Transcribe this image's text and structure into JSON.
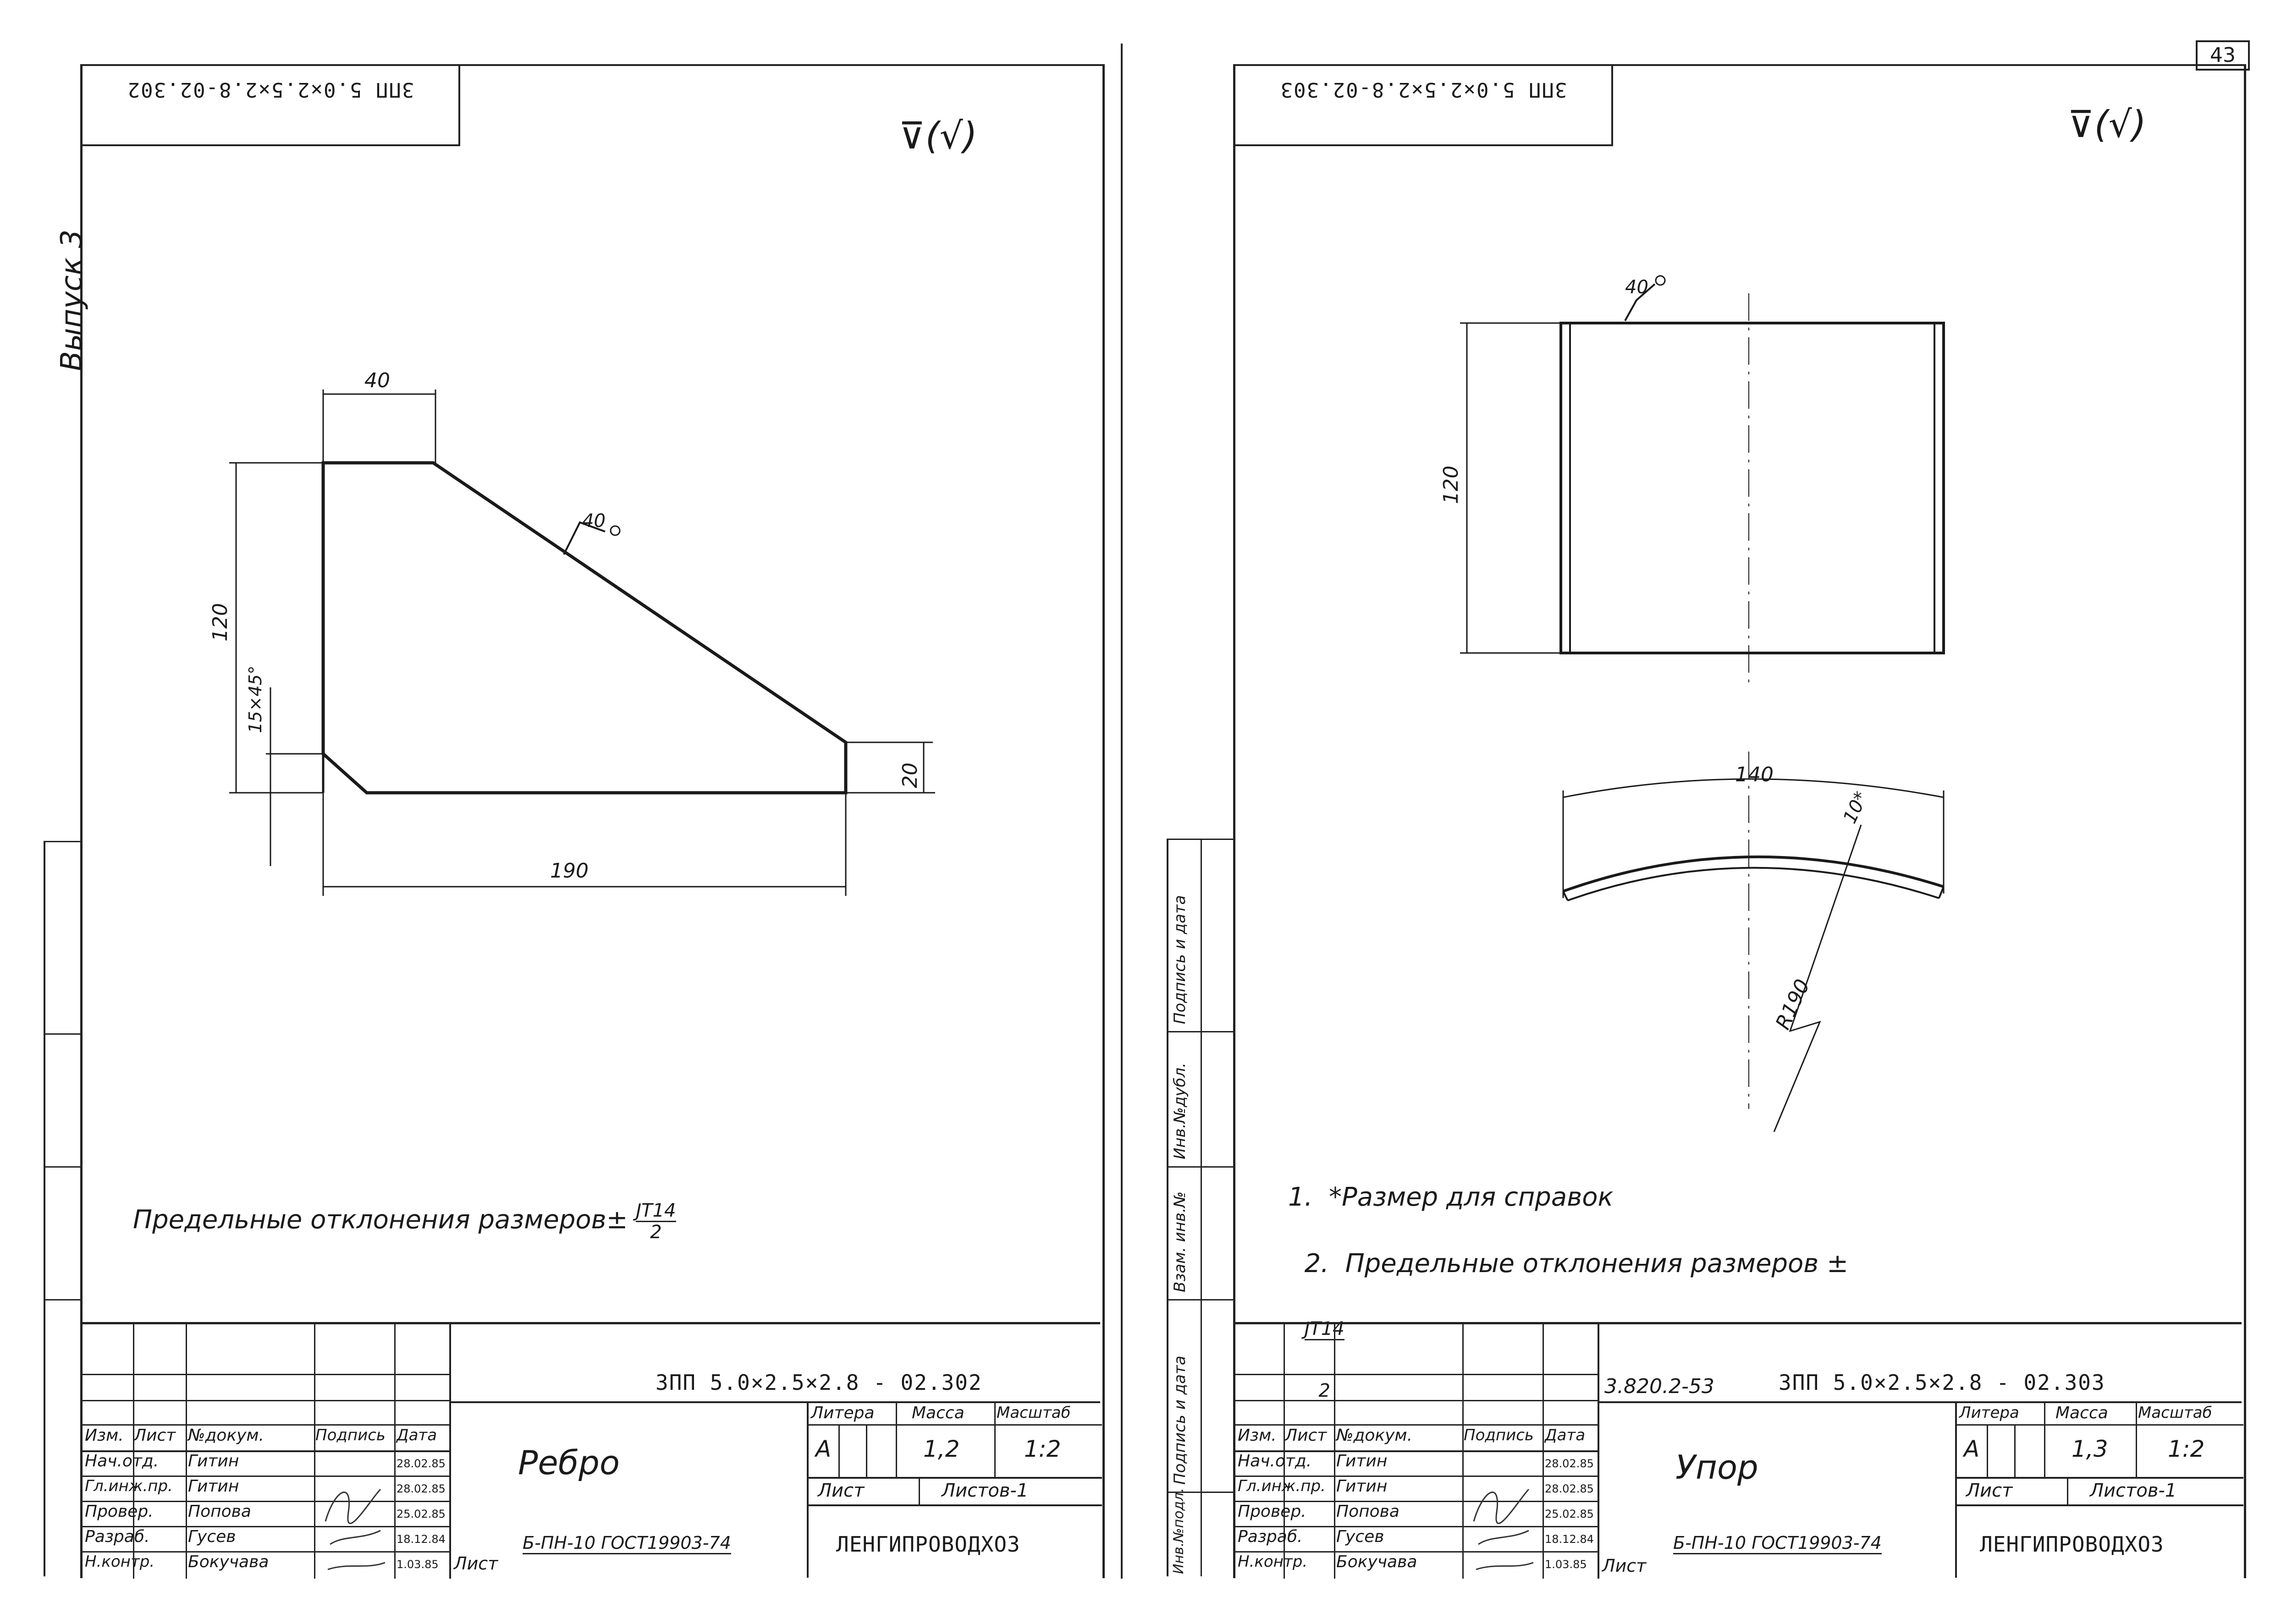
{
  "page_number": "43",
  "left_sheet": {
    "top_code": "ЗПП 5.0×2.5×2.8-02.302",
    "issue_label": "Выпуск 3",
    "roughness": "(√)",
    "dims": {
      "top": "40",
      "height": "120",
      "chamfer": "15×45°",
      "right": "20",
      "bottom": "190",
      "roughness_value": "40"
    },
    "note_prefix": "Предельные отклонения размеров±",
    "tol_num": "JT14",
    "tol_den": "2",
    "title_block": {
      "code": "ЗПП 5.0×2.5×2.8 - 02.302",
      "name": "Ребро",
      "headers": {
        "izm": "Изм.",
        "list": "Лист",
        "doc": "№докум.",
        "sign": "Подпись",
        "date": "Дата"
      },
      "rows": [
        {
          "role": "Нач.отд.",
          "name": "Гитин",
          "date": "28.02.85"
        },
        {
          "role": "Гл.инж.пр.",
          "name": "Гитин",
          "date": "28.02.85"
        },
        {
          "role": "Провер.",
          "name": "Попова",
          "date": "25.02.85"
        },
        {
          "role": "Разраб.",
          "name": "Гусев",
          "date": "18.12.84"
        },
        {
          "role": "Н.контр.",
          "name": "Бокучава",
          "date": "1.03.85"
        }
      ],
      "col_headers": {
        "litera": "Литера",
        "massa": "Масса",
        "masshtab": "Масштаб"
      },
      "litera": "А",
      "massa": "1,2",
      "masshtab": "1:2",
      "sheet_label": "Лист",
      "sheets_label": "Листов-1",
      "material_label": "Лист",
      "material": "Б-ПН-10 ГОСТ19903-74",
      "org": "ЛЕНГИПРОВОДХОЗ"
    }
  },
  "right_sheet": {
    "top_code": "ЗПП 5.0×2.5×2.8-02.303",
    "roughness": "(√)",
    "dims": {
      "height": "120",
      "roughness_value": "40",
      "width": "140",
      "thickness": "10*",
      "radius": "R190"
    },
    "notes": [
      "1.  *Размер для справок",
      "2.  Предельные отклонения размеров ±"
    ],
    "tol_num": "JT14",
    "tol_den": "2",
    "side_labels": [
      "Подпись и дата",
      "Инв.№дубл.",
      "Взам. инв.№",
      "Подпись и дата",
      "Инв.№подл."
    ],
    "title_block": {
      "series": "3.820.2-53",
      "code": "ЗПП 5.0×2.5×2.8 - 02.303",
      "name": "Упор",
      "headers": {
        "izm": "Изм.",
        "list": "Лист",
        "doc": "№докум.",
        "sign": "Подпись",
        "date": "Дата"
      },
      "rows": [
        {
          "role": "Нач.отд.",
          "name": "Гитин",
          "date": "28.02.85"
        },
        {
          "role": "Гл.инж.пр.",
          "name": "Гитин",
          "date": "28.02.85"
        },
        {
          "role": "Провер.",
          "name": "Попова",
          "date": "25.02.85"
        },
        {
          "role": "Разраб.",
          "name": "Гусев",
          "date": "18.12.84"
        },
        {
          "role": "Н.контр.",
          "name": "Бокучава",
          "date": "1.03.85"
        }
      ],
      "col_headers": {
        "litera": "Литера",
        "massa": "Масса",
        "masshtab": "Масштаб"
      },
      "litera": "А",
      "massa": "1,3",
      "masshtab": "1:2",
      "sheet_label": "Лист",
      "sheets_label": "Листов-1",
      "material_label": "Лист",
      "material": "Б-ПН-10 ГОСТ19903-74",
      "org": "ЛЕНГИПРОВОДХОЗ"
    }
  }
}
